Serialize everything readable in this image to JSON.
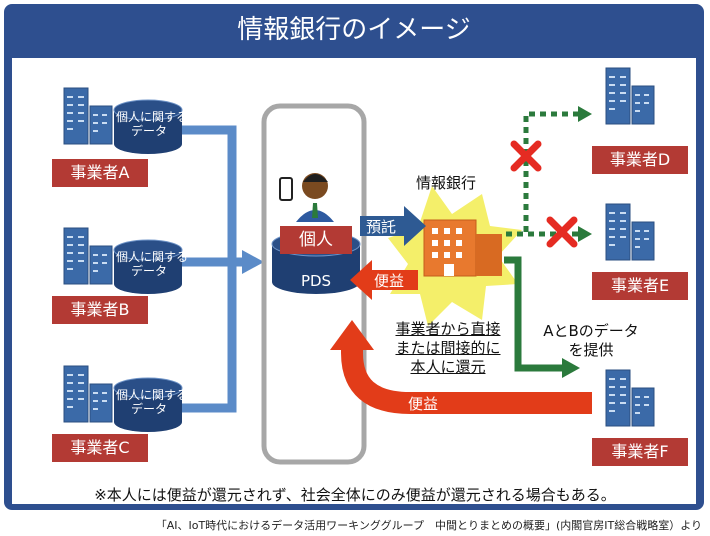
{
  "title": "情報銀行のイメージ",
  "companies": {
    "a": "事業者A",
    "b": "事業者B",
    "c": "事業者C",
    "d": "事業者D",
    "e": "事業者E",
    "f": "事業者F"
  },
  "data_label_line1": "個人に関する",
  "data_label_line2": "データ",
  "pds": {
    "person_label": "個人",
    "store_label": "PDS"
  },
  "bank_label": "情報銀行",
  "arrows": {
    "deposit": "預託",
    "benefit_return": "便益",
    "benefit_f": "便益"
  },
  "return_text": [
    "事業者から直接",
    "または間接的に",
    "本人に還元"
  ],
  "provide_text": [
    "AとBのデータ",
    "を提供"
  ],
  "note": "※本人には便益が還元されず、社会全体にのみ便益が還元される場合もある。",
  "source": "「AI、IoT時代におけるデータ活用ワーキンググループ　中間とりまとめの概要」(内閣官房IT総合戦略室）より",
  "colors": {
    "frame": "#2e4f8f",
    "company_label": "#b33a34",
    "blue_arrow": "#5b8bc8",
    "dark_blue_arrow": "#2e5a93",
    "red_arrow": "#e23c19",
    "green": "#2b7a3c",
    "bank_orange": "#e8792e",
    "highlight": "#f4ef6a"
  },
  "icons": [
    "server-icon",
    "database-icon",
    "person-icon",
    "smartphone-icon",
    "building-icon",
    "cross-icon"
  ]
}
